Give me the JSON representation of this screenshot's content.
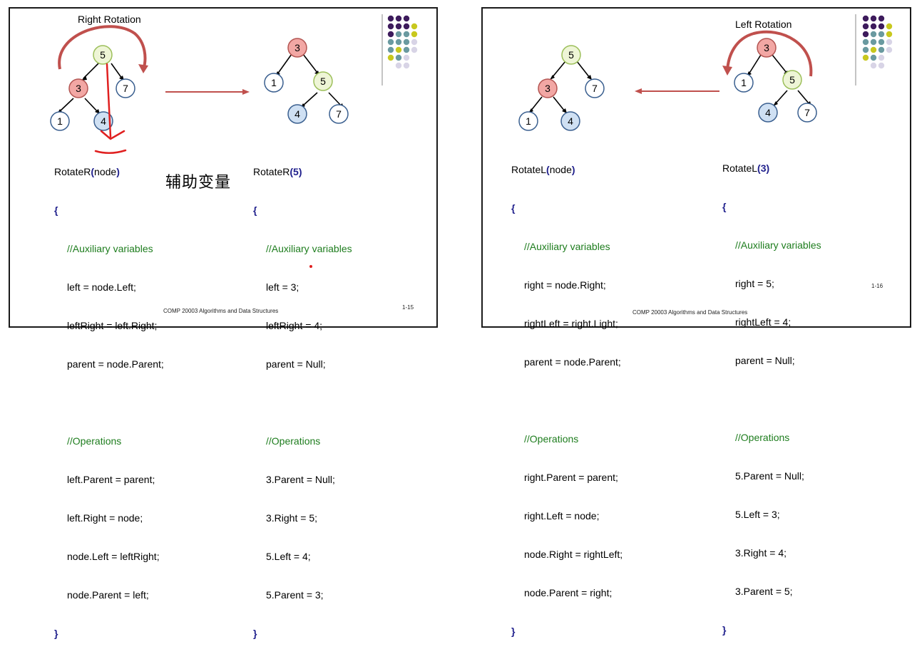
{
  "slides": [
    {
      "id": "left",
      "title": "Right Rotation",
      "annotation": "辅助变量",
      "footer": "COMP 20003 Algorithms and Data Structures",
      "page": "1-15",
      "func_left": {
        "name": "RotateR",
        "paren_open": "(",
        "arg": "node",
        "paren_close": ")"
      },
      "func_right": {
        "name": "RotateR",
        "paren_open": "(",
        "arg": "5",
        "paren_close": ")"
      },
      "code_left": {
        "open": "{",
        "comment1": "//Auxiliary variables",
        "lines1": [
          "left = node.Left;",
          "leftRight = left.Right;",
          "parent = node.Parent;"
        ],
        "comment2": "//Operations",
        "lines2": [
          "left.Parent = parent;",
          "left.Right = node;",
          "node.Left = leftRight;",
          "node.Parent = left;"
        ],
        "close": "}"
      },
      "code_right": {
        "open": "{",
        "comment1": "//Auxiliary variables",
        "lines1": [
          "left = 3;",
          "leftRight = 4;",
          "parent = Null;"
        ],
        "comment2": "//Operations",
        "lines2": [
          "3.Parent = Null;",
          "3.Right = 5;",
          "5.Left = 4;",
          "5.Parent = 3;"
        ],
        "close": "}"
      },
      "tree_before": {
        "root": "5",
        "left": "3",
        "right": "7",
        "left_left": "1",
        "left_right": "4"
      },
      "tree_after": {
        "root": "3",
        "left": "1",
        "right": "5",
        "right_left": "4",
        "right_right": "7"
      }
    },
    {
      "id": "right",
      "title": "Left Rotation",
      "footer": "COMP 20003 Algorithms and Data Structures",
      "page": "1-16",
      "func_left": {
        "name": "RotateL",
        "paren_open": "(",
        "arg": "node",
        "paren_close": ")"
      },
      "func_right": {
        "name": "RotateL",
        "paren_open": "(",
        "arg": "3",
        "paren_close": ")"
      },
      "code_left": {
        "open": "{",
        "comment1": "//Auxiliary variables",
        "lines1": [
          "right = node.Right;",
          "rightLeft = right.Light;",
          "parent = node.Parent;"
        ],
        "comment2": "//Operations",
        "lines2": [
          "right.Parent = parent;",
          "right.Left = node;",
          "node.Right = rightLeft;",
          "node.Parent = right;"
        ],
        "close": "}"
      },
      "code_right": {
        "open": "{",
        "comment1": "//Auxiliary variables",
        "lines1": [
          "right = 5;",
          "rightLeft = 4;",
          "parent = Null;"
        ],
        "comment2": "//Operations",
        "lines2": [
          "5.Parent = Null;",
          "5.Left = 3;",
          "3.Right = 4;",
          "3.Parent = 5;"
        ],
        "close": "}"
      },
      "tree_before": {
        "root": "5",
        "left": "3",
        "right": "7",
        "left_left": "1",
        "left_right": "4"
      },
      "tree_after": {
        "root": "3",
        "left": "1",
        "right": "5",
        "right_left": "4",
        "right_right": "7"
      }
    }
  ],
  "colors": {
    "node_green_fill": "#eef5d6",
    "node_green_stroke": "#9cbf5a",
    "node_red_fill": "#f2a7a4",
    "node_red_stroke": "#b35552",
    "node_white_fill": "#ffffff",
    "node_blue_stroke": "#3a5f8f",
    "node_blue_fill": "#cfe0f3",
    "arrow_red": "#c0504d",
    "marker_red": "#e02020",
    "dot_purple": "#3d1b5c",
    "dot_teal": "#6a9aa0",
    "dot_yellow": "#c8c81e",
    "dot_lavender": "#d8d4e6"
  }
}
